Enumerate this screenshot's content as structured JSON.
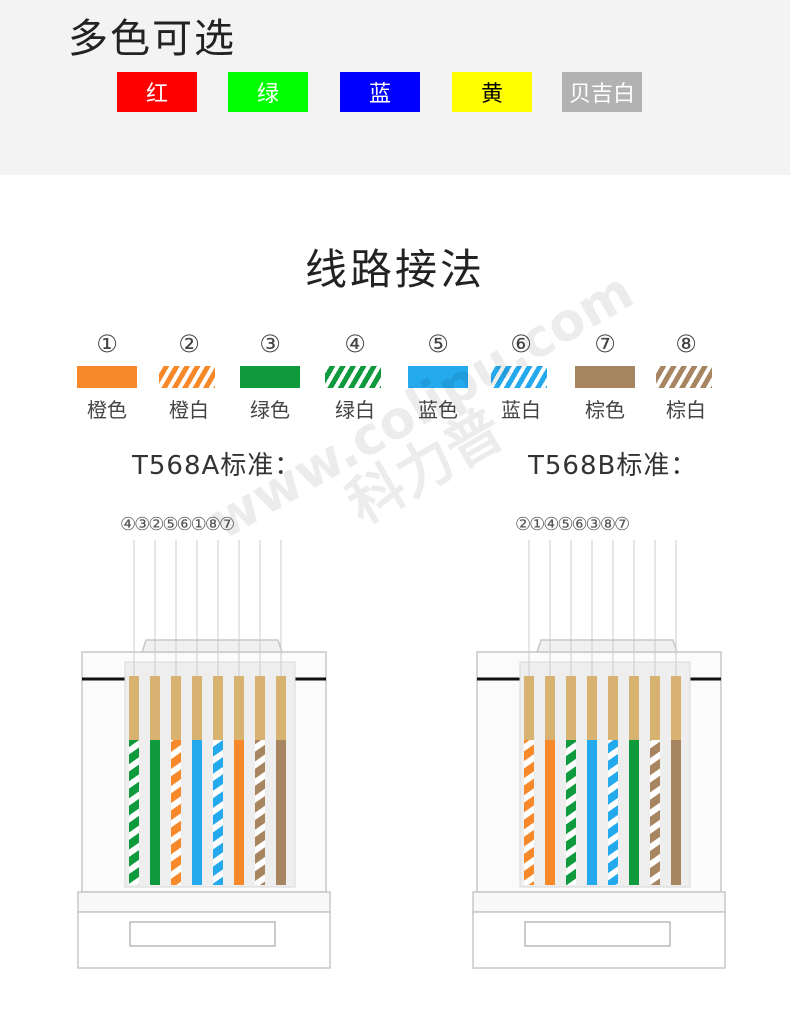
{
  "top_title": "多色可选",
  "colors": [
    {
      "label": "红",
      "bg": "#ff0000",
      "fg": "#ffffff"
    },
    {
      "label": "绿",
      "bg": "#00ff00",
      "fg": "#ffffff"
    },
    {
      "label": "蓝",
      "bg": "#0000ff",
      "fg": "#ffffff"
    },
    {
      "label": "黄",
      "bg": "#ffff00",
      "fg": "#000000"
    },
    {
      "label": "贝吉白",
      "bg": "#b2b2b2",
      "fg": "#ffffff"
    }
  ],
  "section_title": "线路接法",
  "wires": [
    {
      "num": "①",
      "label": "橙色",
      "color": "#f7892b",
      "striped": false
    },
    {
      "num": "②",
      "label": "橙白",
      "color": "#f7892b",
      "striped": true
    },
    {
      "num": "③",
      "label": "绿色",
      "color": "#109a3e",
      "striped": false
    },
    {
      "num": "④",
      "label": "绿白",
      "color": "#109a3e",
      "striped": true
    },
    {
      "num": "⑤",
      "label": "蓝色",
      "color": "#24a9ec",
      "striped": false
    },
    {
      "num": "⑥",
      "label": "蓝白",
      "color": "#24a9ec",
      "striped": true
    },
    {
      "num": "⑦",
      "label": "棕色",
      "color": "#a78560",
      "striped": false
    },
    {
      "num": "⑧",
      "label": "棕白",
      "color": "#a78560",
      "striped": true
    }
  ],
  "standard_a": {
    "title": "T568A标准：",
    "order": "④③②⑤⑥①⑧⑦",
    "pins": [
      4,
      3,
      2,
      5,
      6,
      1,
      8,
      7
    ]
  },
  "standard_b": {
    "title": "T568B标准：",
    "order": "②①④⑤⑥③⑧⑦",
    "pins": [
      2,
      1,
      4,
      5,
      6,
      3,
      8,
      7
    ]
  },
  "watermark": {
    "brand": "科力普",
    "url": "www.colipu.com"
  }
}
